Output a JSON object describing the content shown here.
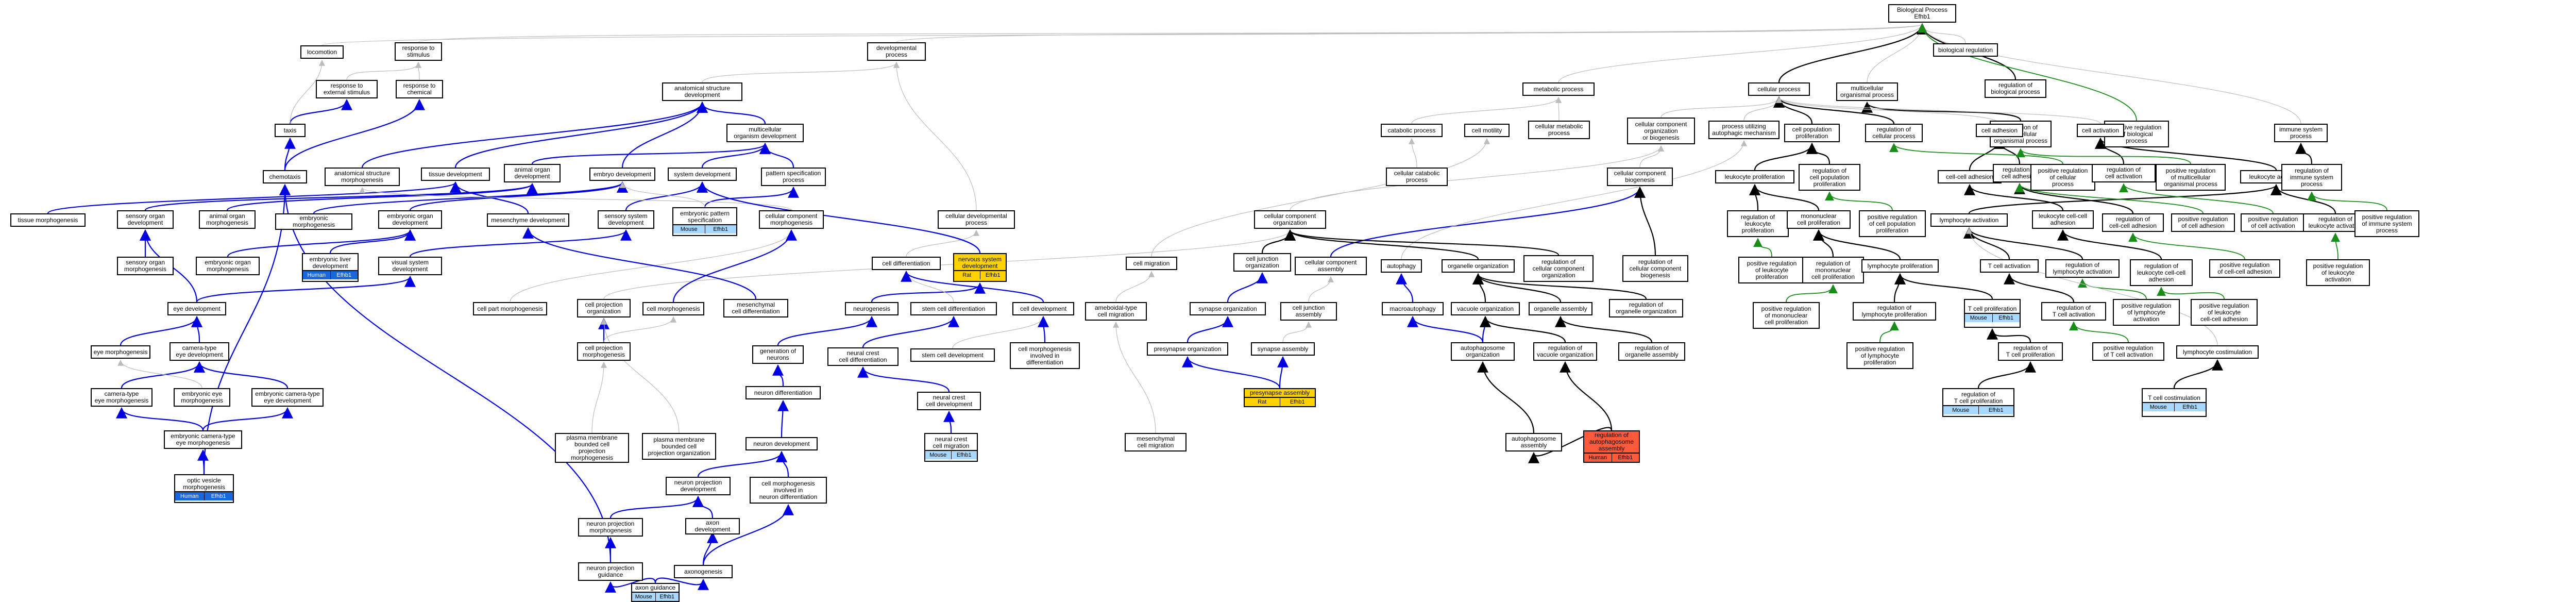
{
  "colors": {
    "grey": "#bcbcbc",
    "blue": "#0000e0",
    "green": "#1a8c1a",
    "black": "#000000",
    "mouse": "#a8d8ff",
    "human": "#1a66dd",
    "rat": "#ffd200",
    "human_red": "#ff5a3c"
  },
  "nodes": {
    "biological_process": {
      "label": "Biological Process\nEfhb1",
      "tags": []
    },
    "locomotion": {
      "label": "locomotion",
      "tags": []
    },
    "response_to_stimulus": {
      "label": "response to\nstimulus",
      "tags": []
    },
    "response_to_external_stimulus": {
      "label": "response to\nexternal stimulus",
      "tags": []
    },
    "response_to_chemical": {
      "label": "response to\nchemical",
      "tags": []
    },
    "taxis": {
      "label": "taxis",
      "tags": []
    },
    "chemotaxis": {
      "label": "chemotaxis",
      "tags": []
    },
    "developmental_process": {
      "label": "developmental\nprocess",
      "tags": []
    },
    "anatomical_structure_development": {
      "label": "anatomical structure\ndevelopment",
      "tags": []
    },
    "multicellular_organism_development": {
      "label": "multicellular\norganism development",
      "tags": []
    },
    "anatomical_structure_morphogenesis": {
      "label": "anatomical structure\nmorphogenesis",
      "tags": []
    },
    "tissue_development": {
      "label": "tissue development",
      "tags": []
    },
    "animal_organ_development": {
      "label": "animal organ\ndevelopment",
      "tags": []
    },
    "embryo_development": {
      "label": "embryo development",
      "tags": []
    },
    "system_development": {
      "label": "system development",
      "tags": []
    },
    "pattern_specification_process": {
      "label": "pattern specification\nprocess",
      "tags": []
    },
    "tissue_morphogenesis": {
      "label": "tissue morphogenesis",
      "tags": []
    },
    "sensory_organ_development": {
      "label": "sensory organ\ndevelopment",
      "tags": []
    },
    "animal_organ_morphogenesis": {
      "label": "animal organ\nmorphogenesis",
      "tags": []
    },
    "embryonic_morphogenesis": {
      "label": "embryonic morphogenesis",
      "tags": []
    },
    "embryonic_organ_development": {
      "label": "embryonic organ\ndevelopment",
      "tags": []
    },
    "mesenchyme_development": {
      "label": "mesenchyme development",
      "tags": []
    },
    "sensory_system_development": {
      "label": "sensory system\ndevelopment",
      "tags": []
    },
    "embryonic_pattern_specification": {
      "label": "embryonic pattern\nspecification",
      "tags": [
        "Mouse",
        "Efhb1"
      ]
    },
    "cellular_component_morphogenesis": {
      "label": "cellular component\nmorphogenesis",
      "tags": []
    },
    "sensory_organ_morphogenesis": {
      "label": "sensory organ\nmorphogenesis",
      "tags": []
    },
    "embryonic_organ_morphogenesis": {
      "label": "embryonic organ\nmorphogenesis",
      "tags": []
    },
    "embryonic_liver_development": {
      "label": "embryonic liver\ndevelopment",
      "tags": [
        "Human",
        "Efhb1"
      ]
    },
    "visual_system_development": {
      "label": "visual system\ndevelopment",
      "tags": []
    },
    "cell_part_morphogenesis": {
      "label": "cell part morphogenesis",
      "tags": []
    },
    "cell_projection_organization": {
      "label": "cell projection\norganization",
      "tags": []
    },
    "cell_morphogenesis": {
      "label": "cell morphogenesis",
      "tags": []
    },
    "mesenchymal_cell_differentiation": {
      "label": "mesenchymal\ncell differentiation",
      "tags": []
    },
    "eye_development": {
      "label": "eye development",
      "tags": []
    },
    "eye_morphogenesis": {
      "label": "eye morphogenesis",
      "tags": []
    },
    "camera_type_eye_development": {
      "label": "camera-type\neye development",
      "tags": []
    },
    "camera_type_eye_morphogenesis": {
      "label": "camera-type\neye morphogenesis",
      "tags": []
    },
    "embryonic_eye_morphogenesis": {
      "label": "embryonic eye\nmorphogenesis",
      "tags": []
    },
    "embryonic_camera_type_eye_development": {
      "label": "embryonic camera-type\neye development",
      "tags": []
    },
    "embryonic_camera_type_eye_morphogenesis": {
      "label": "embryonic camera-type\neye morphogenesis",
      "tags": []
    },
    "optic_vesicle_morphogenesis": {
      "label": "optic vesicle\nmorphogenesis",
      "tags": [
        "Human",
        "Efhb1"
      ]
    },
    "cell_projection_morphogenesis": {
      "label": "cell projection\nmorphogenesis",
      "tags": []
    },
    "plasma_membrane_bounded_morphogenesis": {
      "label": "plasma membrane\nbounded cell\nprojection morphogenesis",
      "tags": []
    },
    "plasma_membrane_bounded_organization": {
      "label": "plasma membrane\nbounded cell\nprojection organization",
      "tags": []
    },
    "neuron_projection_development": {
      "label": "neuron projection\ndevelopment",
      "tags": []
    },
    "neuron_projection_morphogenesis": {
      "label": "neuron projection\nmorphogenesis",
      "tags": []
    },
    "neuron_projection_guidance": {
      "label": "neuron projection\nguidance",
      "tags": []
    },
    "axon_development": {
      "label": "axon development",
      "tags": []
    },
    "axonogenesis": {
      "label": "axonogenesis",
      "tags": []
    },
    "axon_guidance": {
      "label": "axon guidance",
      "tags": [
        "Mouse",
        "Efhb1"
      ]
    },
    "cellular_developmental_process": {
      "label": "cellular developmental\nprocess",
      "tags": []
    },
    "cell_differentiation": {
      "label": "cell differentiation",
      "tags": []
    },
    "nervous_system_development": {
      "label": "nervous system\ndevelopment",
      "tags": [
        "Rat",
        "Efhb1"
      ]
    },
    "neurogenesis": {
      "label": "neurogenesis",
      "tags": []
    },
    "stem_cell_differentiation": {
      "label": "stem cell differentiation",
      "tags": []
    },
    "cell_development": {
      "label": "cell development",
      "tags": []
    },
    "generation_of_neurons": {
      "label": "generation of\nneurons",
      "tags": []
    },
    "neural_crest_cell_differentiation": {
      "label": "neural crest\ncell differentiation",
      "tags": []
    },
    "stem_cell_development": {
      "label": "stem cell development",
      "tags": []
    },
    "cell_morphogenesis_diff": {
      "label": "cell morphogenesis\ninvolved in\ndifferentiation",
      "tags": []
    },
    "neuron_differentiation": {
      "label": "neuron differentiation",
      "tags": []
    },
    "neural_crest_cell_development": {
      "label": "neural crest\ncell development",
      "tags": []
    },
    "neural_crest_cell_migration": {
      "label": "neural crest\ncell migration",
      "tags": [
        "Mouse",
        "Efhb1"
      ]
    },
    "neuron_development": {
      "label": "neuron development",
      "tags": []
    },
    "cell_morphogenesis_neuron_diff": {
      "label": "cell morphogenesis\ninvolved in\nneuron differentiation",
      "tags": []
    },
    "cell_migration": {
      "label": "cell migration",
      "tags": []
    },
    "ameboidal_type_cell_migration": {
      "label": "ameboidal-type\ncell migration",
      "tags": []
    },
    "mesenchymal_cell_migration": {
      "label": "mesenchymal\ncell migration",
      "tags": []
    },
    "metabolic_process": {
      "label": "metabolic process",
      "tags": []
    },
    "catabolic_process": {
      "label": "catabolic process",
      "tags": []
    },
    "cell_motility": {
      "label": "cell motility",
      "tags": []
    },
    "cellular_metabolic_process": {
      "label": "cellular metabolic\nprocess",
      "tags": []
    },
    "cellular_catabolic_process": {
      "label": "cellular catabolic\nprocess",
      "tags": []
    },
    "ccob": {
      "label": "cellular component\norganization\nor biogenesis",
      "tags": []
    },
    "process_utilizing_autophagic": {
      "label": "process utilizing\nautophagic mechanism",
      "tags": []
    },
    "cellular_component_biogenesis": {
      "label": "cellular component\nbiogenesis",
      "tags": []
    },
    "cellular_component_organization": {
      "label": "cellular component\norganization",
      "tags": []
    },
    "cell_junction_organization": {
      "label": "cell junction\norganization",
      "tags": []
    },
    "cellular_component_assembly": {
      "label": "cellular component\nassembly",
      "tags": []
    },
    "autophagy": {
      "label": "autophagy",
      "tags": []
    },
    "organelle_organization": {
      "label": "organelle organization",
      "tags": []
    },
    "reg_cellular_component_org": {
      "label": "regulation of\ncellular component\norganization",
      "tags": []
    },
    "reg_cellular_component_biogenesis": {
      "label": "regulation of\ncellular component\nbiogenesis",
      "tags": []
    },
    "synapse_organization": {
      "label": "synapse organization",
      "tags": []
    },
    "cell_junction_assembly": {
      "label": "cell junction\nassembly",
      "tags": []
    },
    "macroautophagy": {
      "label": "macroautophagy",
      "tags": []
    },
    "vacuole_organization": {
      "label": "vacuole organization",
      "tags": []
    },
    "organelle_assembly": {
      "label": "organelle assembly",
      "tags": []
    },
    "reg_organelle_organization": {
      "label": "regulation of\norganelle organization",
      "tags": []
    },
    "presynapse_organization": {
      "label": "presynapse organization",
      "tags": []
    },
    "synapse_assembly": {
      "label": "synapse assembly",
      "tags": []
    },
    "autophagosome_organization": {
      "label": "autophagosome\norganization",
      "tags": []
    },
    "reg_vacuole_organization": {
      "label": "regulation of\nvacuole organization",
      "tags": []
    },
    "reg_organelle_assembly": {
      "label": "regulation of\norganelle assembly",
      "tags": []
    },
    "presynapse_assembly": {
      "label": "presynapse assembly",
      "tags": [
        "Rat",
        "Efhb1"
      ]
    },
    "autophagosome_assembly": {
      "label": "autophagosome\nassembly",
      "tags": []
    },
    "reg_autophagosome_assembly": {
      "label": "regulation of\nautophagosome\nassembly",
      "tags": [
        "Human",
        "Efhb1"
      ]
    },
    "cellular_process": {
      "label": "cellular process",
      "tags": []
    },
    "multicellular_organismal_process": {
      "label": "multicellular\norganismal process",
      "tags": []
    },
    "biological_regulation": {
      "label": "biological regulation",
      "tags": []
    },
    "reg_biological_process": {
      "label": "regulation of\nbiological process",
      "tags": []
    },
    "immune_system_process": {
      "label": "immune system\nprocess",
      "tags": []
    },
    "cell_population_proliferation": {
      "label": "cell population\nproliferation",
      "tags": []
    },
    "reg_cellular_process": {
      "label": "regulation of\ncellular process",
      "tags": []
    },
    "reg_multicellular_process": {
      "label": "regulation of\nmulticellular\norganismal process",
      "tags": []
    },
    "pos_reg_biological_process": {
      "label": "positive regulation\nof biological\nprocess",
      "tags": []
    },
    "cell_adhesion": {
      "label": "cell adhesion",
      "tags": []
    },
    "cell_activation": {
      "label": "cell activation",
      "tags": []
    },
    "leukocyte_proliferation": {
      "label": "leukocyte proliferation",
      "tags": []
    },
    "reg_cell_pop_prolif": {
      "label": "regulation of\ncell population\nproliferation",
      "tags": []
    },
    "cell_cell_adhesion": {
      "label": "cell-cell adhesion",
      "tags": []
    },
    "reg_cell_adhesion": {
      "label": "regulation of\ncell adhesion",
      "tags": []
    },
    "pos_reg_cellular_process": {
      "label": "positive regulation\nof cellular\nprocess",
      "tags": []
    },
    "reg_cell_activation": {
      "label": "regulation of\ncell activation",
      "tags": []
    },
    "pos_reg_multicellular_process": {
      "label": "positive regulation\nof multicellular\norganismal process",
      "tags": []
    },
    "leukocyte_activation": {
      "label": "leukocyte activation",
      "tags": []
    },
    "reg_immune_system_process": {
      "label": "regulation of\nimmune system\nprocess",
      "tags": []
    },
    "reg_leukocyte_prolif": {
      "label": "regulation of\nleukocyte\nproliferation",
      "tags": []
    },
    "mononuclear_cell_prolif": {
      "label": "mononuclear\ncell proliferation",
      "tags": []
    },
    "pos_reg_cell_pop_prolif": {
      "label": "positive regulation\nof cell population\nproliferation",
      "tags": []
    },
    "lymphocyte_activation": {
      "label": "lymphocyte activation",
      "tags": []
    },
    "leukocyte_cell_cell_adhesion": {
      "label": "leukocyte cell-cell\nadhesion",
      "tags": []
    },
    "reg_cell_cell_adhesion": {
      "label": "regulation of\ncell-cell adhesion",
      "tags": []
    },
    "pos_reg_cell_adhesion": {
      "label": "positive regulation\nof cell adhesion",
      "tags": []
    },
    "pos_reg_cell_activation": {
      "label": "positive regulation\nof cell activation",
      "tags": []
    },
    "reg_leukocyte_activation": {
      "label": "regulation of\nleukocyte activation",
      "tags": []
    },
    "pos_reg_immune_system_process": {
      "label": "positive regulation\nof immune system\nprocess",
      "tags": []
    },
    "pos_reg_leukocyte_prolif": {
      "label": "positive regulation\nof leukocyte\nproliferation",
      "tags": []
    },
    "reg_mononuclear_cell_prolif": {
      "label": "regulation of\nmononuclear\ncell proliferation",
      "tags": []
    },
    "lymphocyte_proliferation": {
      "label": "lymphocyte proliferation",
      "tags": []
    },
    "t_cell_activation": {
      "label": "T cell activation",
      "tags": []
    },
    "reg_lymphocyte_activation": {
      "label": "regulation of\nlymphocyte activation",
      "tags": []
    },
    "reg_leukocyte_cell_cell_adhesion": {
      "label": "regulation of\nleukocyte cell-cell\nadhesion",
      "tags": []
    },
    "pos_reg_cell_cell_adhesion": {
      "label": "positive regulation\nof cell-cell adhesion",
      "tags": []
    },
    "pos_reg_leukocyte_activation": {
      "label": "positive regulation\nof leukocyte\nactivation",
      "tags": []
    },
    "pos_reg_mononuclear_cell_prolif": {
      "label": "positive regulation\nof mononuclear\ncell proliferation",
      "tags": []
    },
    "reg_lymphocyte_prolif": {
      "label": "regulation of\nlymphocyte proliferation",
      "tags": []
    },
    "t_cell_proliferation": {
      "label": "T cell proliferation",
      "tags": [
        "Mouse",
        "Efhb1"
      ]
    },
    "reg_t_cell_activation": {
      "label": "regulation of\nT cell activation",
      "tags": []
    },
    "pos_reg_lymphocyte_activation": {
      "label": "positive regulation\nof lymphocyte\nactivation",
      "tags": []
    },
    "pos_reg_leukocyte_cell_cell_adhesion": {
      "label": "positive regulation\nof leukocyte\ncell-cell adhesion",
      "tags": []
    },
    "pos_reg_lymphocyte_prolif": {
      "label": "positive regulation\nof lymphocyte\nproliferation",
      "tags": []
    },
    "reg_t_cell_prolif": {
      "label": "regulation of\nT cell proliferation",
      "tags": []
    },
    "pos_reg_t_cell_activation": {
      "label": "positive regulation\nof T cell activation",
      "tags": []
    },
    "lymphocyte_costimulation": {
      "label": "lymphocyte costimulation",
      "tags": []
    },
    "reg_t_cell_prolif_human": {
      "label": "regulation of\nT cell proliferation",
      "tags": [
        "Mouse",
        "Efhb1"
      ]
    },
    "t_cell_costimulation": {
      "label": "T cell costimulation",
      "tags": [
        "Mouse",
        "Efhb1"
      ]
    }
  }
}
